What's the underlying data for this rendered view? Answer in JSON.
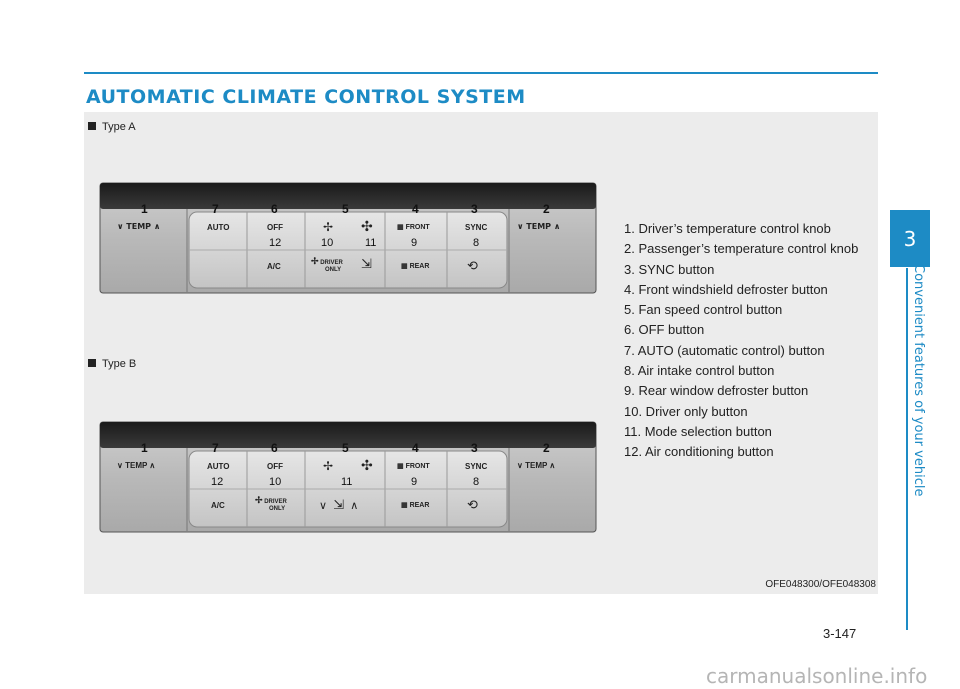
{
  "header": {
    "title": "AUTOMATIC CLIMATE CONTROL SYSTEM"
  },
  "figure": {
    "type_a_label": "Type A",
    "type_b_label": "Type B",
    "image_code": "OFE048300/OFE048308"
  },
  "legend": [
    "1. Driver’s temperature control knob",
    "2. Passenger’s temperature control knob",
    "3. SYNC button",
    "4. Front windshield defroster button",
    "5. Fan speed control button",
    "6. OFF button",
    "7. AUTO (automatic control) button",
    "8. Air intake control button",
    "9. Rear window defroster button",
    "10. Driver only button",
    "11. Mode selection button",
    "12. Air conditioning button"
  ],
  "panel_a": {
    "callouts_top": [
      "1",
      "7",
      "6",
      "5",
      "4",
      "3",
      "2"
    ],
    "callouts_bottom": [
      "12",
      "10",
      "11",
      "9",
      "8"
    ],
    "temp": "TEMP",
    "auto": "AUTO",
    "off": "OFF",
    "ac": "A/C",
    "sync": "SYNC",
    "front": "FRONT",
    "rear": "REAR",
    "driver": "DRIVER",
    "only": "ONLY"
  },
  "panel_b": {
    "callouts_top": [
      "1",
      "7",
      "6",
      "5",
      "4",
      "3",
      "2"
    ],
    "callouts_bottom": [
      "12",
      "10",
      "11",
      "9",
      "8"
    ],
    "temp": "TEMP",
    "auto": "AUTO",
    "off": "OFF",
    "ac": "A/C",
    "sync": "SYNC",
    "front": "FRONT",
    "rear": "REAR",
    "driver": "DRIVER",
    "only": "ONLY"
  },
  "sidebar": {
    "chapter": "3",
    "chapter_title": "Convenient features of your vehicle"
  },
  "footer": {
    "page_number": "3-147",
    "watermark": "carmanualsonline.info"
  },
  "colors": {
    "accent": "#1d8bc5",
    "figure_bg": "#ececec"
  }
}
